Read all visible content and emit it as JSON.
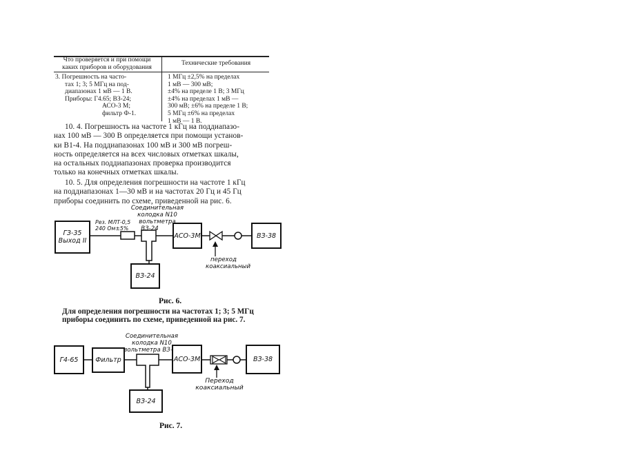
{
  "table": {
    "header_left": [
      "Что проверяется и при помощи",
      "каких приборов и оборудования"
    ],
    "header_right": "Технические требования",
    "left_cell": [
      "3. Погрешность на часто-",
      "тах 1; 3; 5 МГц на под-",
      "диапазонах 1 мВ — 1 В.",
      "Приборы: Г4.65; ВЗ-24;",
      "АСО-3 М;",
      "фильтр Ф-1."
    ],
    "right_cell": [
      "1 МГц ±2,5% на пределах",
      "1 мВ — 300 мВ;",
      "±4% на пределе 1 В; 3 МГц",
      "±4% на пределах 1 мВ —",
      "300 мВ; ±6% на пределе 1 В;",
      "5 МГц ±6% на пределах",
      "1 мВ — 1 В."
    ]
  },
  "paragraph_10_4": [
    "10. 4. Погрешность на частоте 1 кГц на поддиапазо-",
    "нах 100 мВ — 300 В определяется при помощи установ-",
    "ки В1-4. На поддиапазонах 100 мВ и 300 мВ погреш-",
    "ность определяется на всех числовых отметках шкалы,",
    "на остальных поддиапазонах проверка производится",
    "только на конечных отметках шкалы."
  ],
  "paragraph_10_5": [
    "10. 5. Для определения погрешности на частоте 1 кГц",
    "на поддиапазонах 1—30 мВ и на частотах 20 Гц и 45 Гц",
    "приборы соединить по схеме, приведенной на рис. 6."
  ],
  "fig6": {
    "label_top": [
      "Соединительная",
      "колодка N10",
      "вольтметра",
      "ВЗ-24"
    ],
    "gen_box": [
      "ГЗ-35",
      "Выход II"
    ],
    "resistor_label": [
      "Рез. МЛТ-0,5",
      "240 Ом±5%"
    ],
    "aco_box": "АСО-3М",
    "v338_box": "ВЗ-38",
    "v324_box": "ВЗ-24",
    "adapter_label": [
      "переход",
      "коаксиальный"
    ],
    "caption": "Рис. 6."
  },
  "paragraph_fig7_intro": [
    "Для определения погрешности на частотах 1; 3; 5 МГц",
    "приборы соединить по схеме, приведенной на рис. 7."
  ],
  "fig7": {
    "label_top": [
      "Соединительная",
      "колодка N10",
      "вольтметра ВЗ-24"
    ],
    "gen_box": "Г4-65",
    "filter_box": "Фильтр",
    "aco_box": "АСО-3М",
    "v338_box": "ВЗ-38",
    "v324_box": "ВЗ-24",
    "adapter_label": [
      "Переход",
      "коаксиальный"
    ],
    "caption": "Рис. 7."
  }
}
